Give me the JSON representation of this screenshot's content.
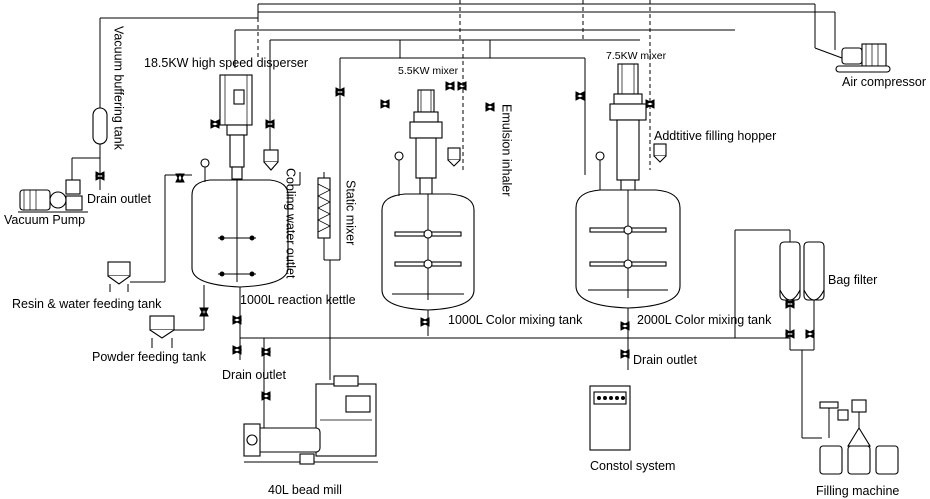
{
  "labels": {
    "vacuum_buffering_tank": "Vacuum buffering tank",
    "vacuum_pump": "Vacuum Pump",
    "drain_outlet_1": "Drain outlet",
    "disperser": "18.5KW high speed disperser",
    "mixer_55": "5.5KW mixer",
    "mixer_75": "7.5KW mixer",
    "air_compressor": "Air compressor",
    "emulsion_inhaler": "Emulsion inhaler",
    "additive_hopper": "Addtitive filling hopper",
    "cooling_water_outlet": "Cooling water outlet",
    "static_mixer": "Static mixer",
    "reaction_kettle": "1000L reaction kettle",
    "resin_water_tank": "Resin & water feeding tank",
    "powder_tank": "Powder feeding tank",
    "drain_outlet_2": "Drain outlet",
    "color_tank_1000": "1000L Color mixing tank",
    "color_tank_2000": "2000L Color mixing tank",
    "drain_outlet_3": "Drain outlet",
    "bag_filter": "Bag filter",
    "bead_mill": "40L bead mill",
    "control_system": "Constol system",
    "filling_machine": "Filling machine"
  }
}
